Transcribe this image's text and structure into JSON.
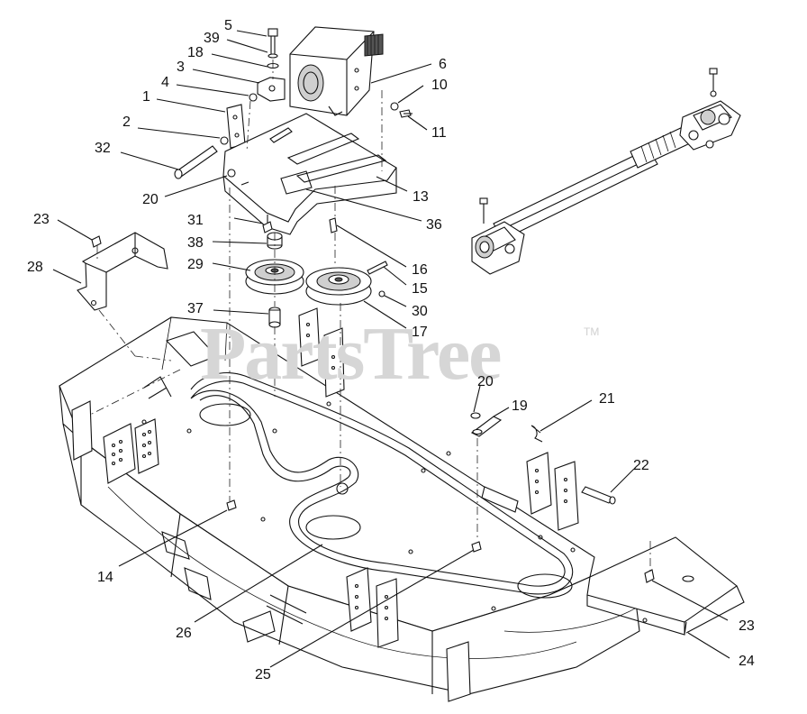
{
  "watermark": {
    "text": "PartsTree",
    "tm": "TM"
  },
  "callouts": [
    {
      "id": "5",
      "label": "5"
    },
    {
      "id": "39",
      "label": "39"
    },
    {
      "id": "18",
      "label": "18"
    },
    {
      "id": "3",
      "label": "3"
    },
    {
      "id": "4",
      "label": "4"
    },
    {
      "id": "1",
      "label": "1"
    },
    {
      "id": "2",
      "label": "2"
    },
    {
      "id": "32",
      "label": "32"
    },
    {
      "id": "20a",
      "label": "20"
    },
    {
      "id": "6",
      "label": "6"
    },
    {
      "id": "10",
      "label": "10"
    },
    {
      "id": "11",
      "label": "11"
    },
    {
      "id": "13",
      "label": "13"
    },
    {
      "id": "36",
      "label": "36"
    },
    {
      "id": "31",
      "label": "31"
    },
    {
      "id": "38",
      "label": "38"
    },
    {
      "id": "29",
      "label": "29"
    },
    {
      "id": "16",
      "label": "16"
    },
    {
      "id": "15",
      "label": "15"
    },
    {
      "id": "30",
      "label": "30"
    },
    {
      "id": "17",
      "label": "17"
    },
    {
      "id": "37",
      "label": "37"
    },
    {
      "id": "23a",
      "label": "23"
    },
    {
      "id": "28",
      "label": "28"
    },
    {
      "id": "20b",
      "label": "20"
    },
    {
      "id": "19",
      "label": "19"
    },
    {
      "id": "21",
      "label": "21"
    },
    {
      "id": "22",
      "label": "22"
    },
    {
      "id": "14",
      "label": "14"
    },
    {
      "id": "26",
      "label": "26"
    },
    {
      "id": "25",
      "label": "25"
    },
    {
      "id": "23b",
      "label": "23"
    },
    {
      "id": "24",
      "label": "24"
    }
  ]
}
